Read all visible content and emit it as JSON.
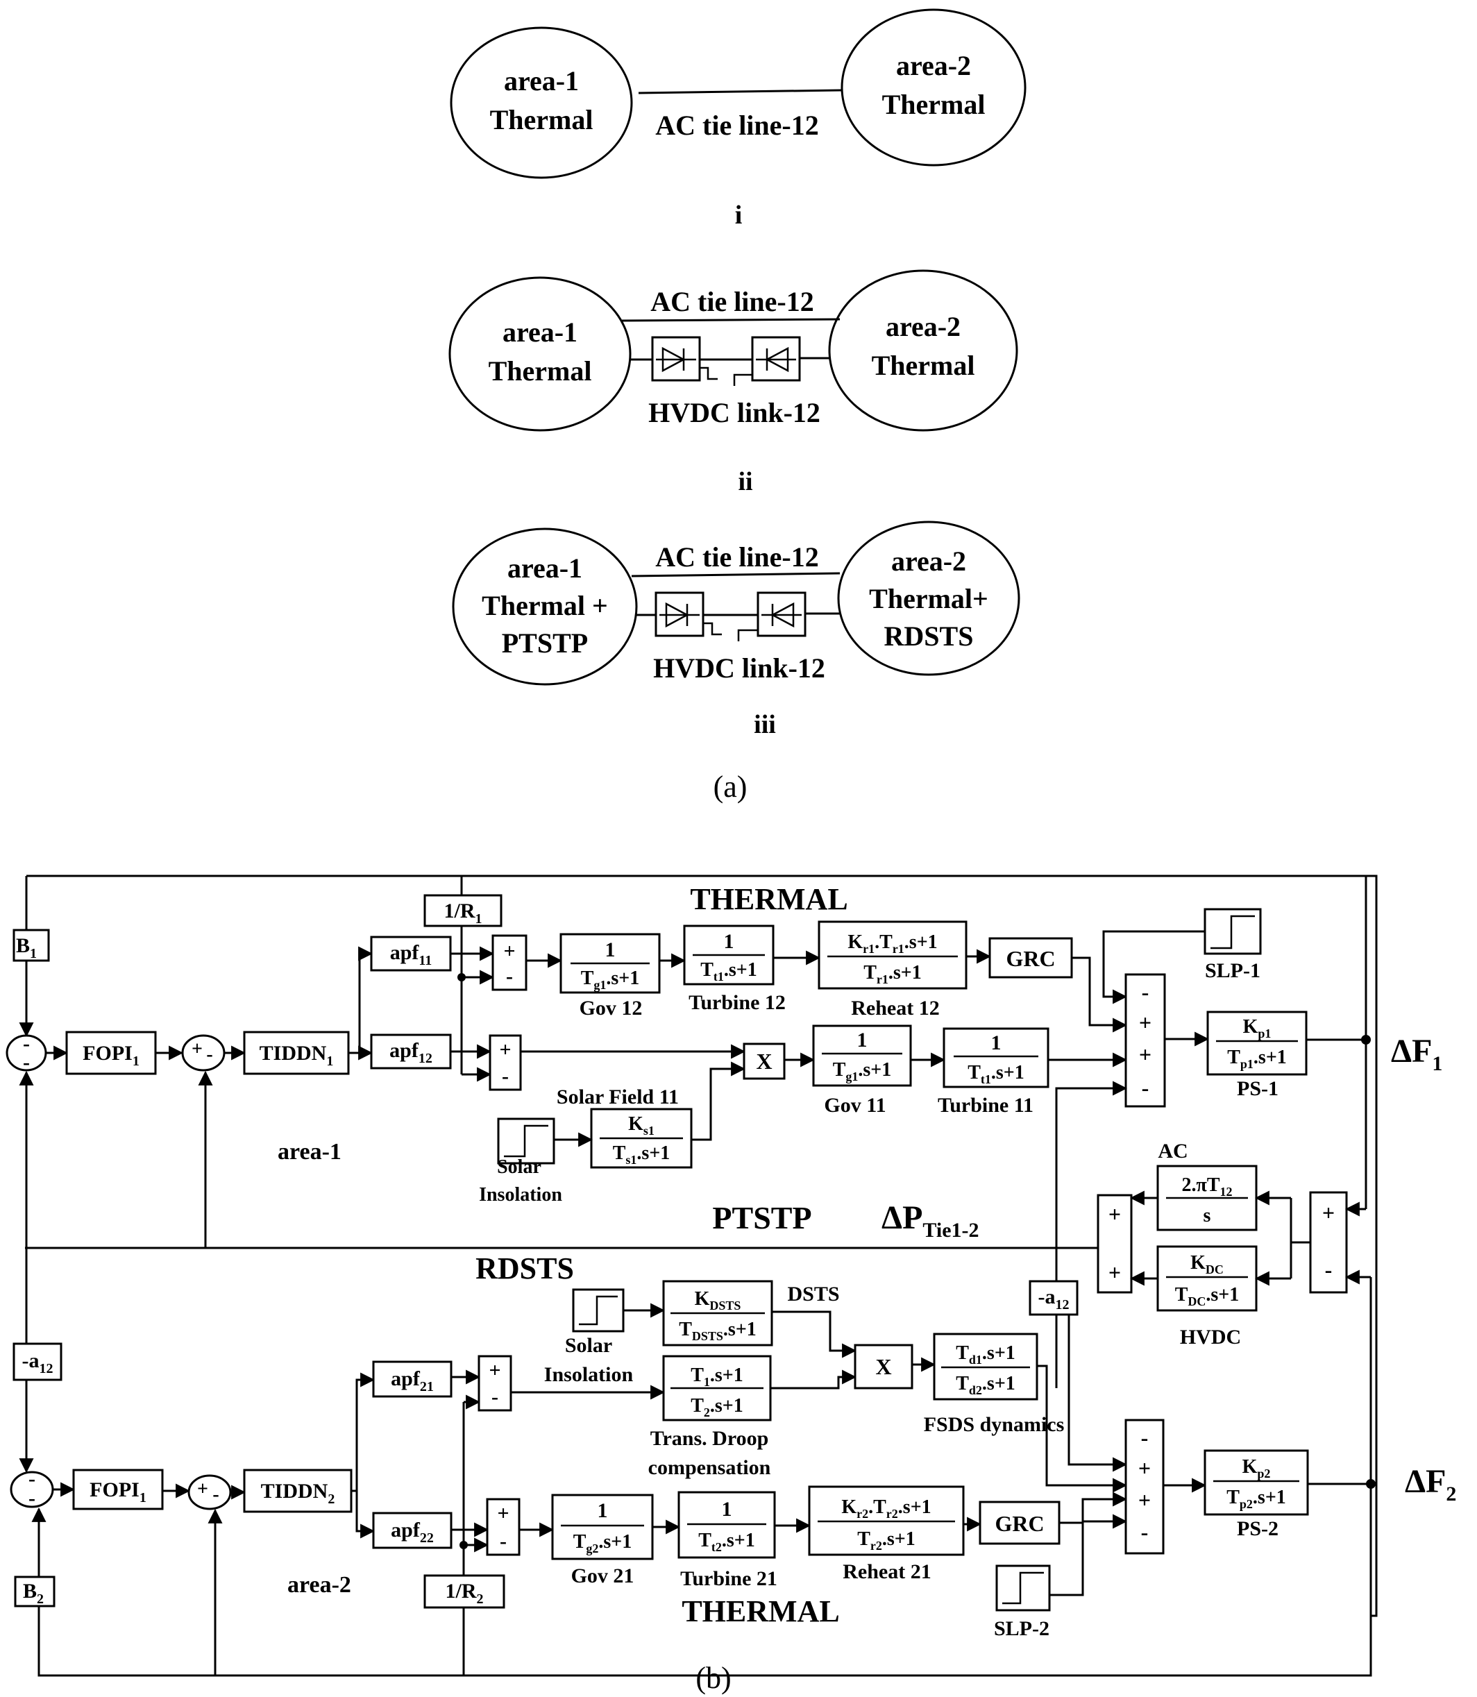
{
  "panel_a": {
    "diagram_i": {
      "area1": [
        "area-1",
        "Thermal"
      ],
      "area2": [
        "area-2",
        "Thermal"
      ],
      "tie": "AC tie line-12",
      "label": "i"
    },
    "diagram_ii": {
      "area1": [
        "area-1",
        "Thermal"
      ],
      "area2": [
        "area-2",
        "Thermal"
      ],
      "tie": "AC tie line-12",
      "hvdc": "HVDC link-12",
      "label": "ii"
    },
    "diagram_iii": {
      "area1": [
        "area-1",
        "Thermal +",
        "PTSTP"
      ],
      "area2": [
        "area-2",
        "Thermal+",
        "RDSTS"
      ],
      "tie": "AC tie line-12",
      "hvdc": "HVDC link-12",
      "label": "iii"
    },
    "caption": "(a)"
  },
  "panel_b": {
    "caption": "(b)",
    "section_titles": {
      "thermal_top": "THERMAL",
      "thermal_bottom": "THERMAL",
      "ptstp": "PTSTP",
      "rdsts": "RDSTS",
      "area1": "area-1",
      "area2": "area-2",
      "tie_power": "ΔP",
      "tie_power_sub": "Tie1-2"
    },
    "outputs": {
      "f1": "ΔF",
      "f1_sub": "1",
      "f2": "ΔF",
      "f2_sub": "2"
    },
    "blocks": {
      "b1": "B",
      "b1_sub": "1",
      "b2": "B",
      "b2_sub": "2",
      "fopi1": "FOPI",
      "fopi1_sub": "1",
      "fopi2": "FOPI",
      "fopi2_sub": "1",
      "tiddn1": "TIDDN",
      "tiddn1_sub": "1",
      "tiddn2": "TIDDN",
      "tiddn2_sub": "2",
      "r1": "1/R",
      "r1_sub": "1",
      "r2": "1/R",
      "r2_sub": "2",
      "apf11": "apf",
      "apf11_sub": "11",
      "apf12": "apf",
      "apf12_sub": "12",
      "apf21": "apf",
      "apf21_sub": "21",
      "apf22": "apf",
      "apf22_sub": "22",
      "a12_left": "-a",
      "a12_left_sub": "12",
      "a12_right": "-a",
      "a12_right_sub": "12",
      "grc1": "GRC",
      "grc2": "GRC",
      "mult1": "X",
      "mult2": "X",
      "one": "1",
      "gov12_den": "T",
      "gov12_den_sub": "g1",
      "gov12_den_tail": ".s+1",
      "tur12_den": "T",
      "tur12_den_sub": "t1",
      "tur12_den_tail": ".s+1",
      "reh12_num": "K",
      "reh12_num_sub": "r1",
      "reh12_num_mid": ".T",
      "reh12_num_sub2": "r1",
      "reh12_num_tail": ".s+1",
      "reh12_den": "T",
      "reh12_den_sub": "r1",
      "reh12_den_tail": ".s+1",
      "gov11_den": "T",
      "gov11_den_sub": "g1",
      "gov11_den_tail": ".s+1",
      "tur11_den": "T",
      "tur11_den_sub": "t1",
      "tur11_den_tail": ".s+1",
      "sol_num": "K",
      "sol_num_sub": "s1",
      "sol_den": "T",
      "sol_den_sub": "s1",
      "sol_den_tail": ".s+1",
      "ps1_num": "K",
      "ps1_num_sub": "p1",
      "ps1_den": "T",
      "ps1_den_sub": "p1",
      "ps1_den_tail": ".s+1",
      "ac_num": "2.πT",
      "ac_num_sub": "12",
      "ac_den": "s",
      "hvdc_num": "K",
      "hvdc_num_sub": "DC",
      "hvdc_den": "T",
      "hvdc_den_sub": "DC",
      "hvdc_den_tail": ".s+1",
      "dsts_num": "K",
      "dsts_num_sub": "DSTS",
      "dsts_den": "T",
      "dsts_den_sub": "DSTS",
      "dsts_den_tail": ".s+1",
      "droop_num": "T",
      "droop_num_sub": "1",
      "droop_num_tail": ".s+1",
      "droop_den": "T",
      "droop_den_sub": "2",
      "droop_den_tail": ".s+1",
      "fsds_num": "T",
      "fsds_num_sub": "d1",
      "fsds_num_tail": ".s+1",
      "fsds_den": "T",
      "fsds_den_sub": "d2",
      "fsds_den_tail": ".s+1",
      "gov21_den": "T",
      "gov21_den_sub": "g2",
      "gov21_den_tail": ".s+1",
      "tur21_den": "T",
      "tur21_den_sub": "t2",
      "tur21_den_tail": ".s+1",
      "reh21_num": "K",
      "reh21_num_sub": "r2",
      "reh21_num_mid": ".T",
      "reh21_num_sub2": "r2",
      "reh21_num_tail": ".s+1",
      "reh21_den": "T",
      "reh21_den_sub": "r2",
      "reh21_den_tail": ".s+1",
      "ps2_num": "K",
      "ps2_num_sub": "p2",
      "ps2_den": "T",
      "ps2_den_sub": "p2",
      "ps2_den_tail": ".s+1"
    },
    "labels": {
      "gov12": "Gov 12",
      "turbine12": "Turbine 12",
      "reheat12": "Reheat 12",
      "gov11": "Gov 11",
      "turbine11": "Turbine 11",
      "solar_field": "Solar Field 11",
      "solar_ins1": [
        "Solar",
        "Insolation"
      ],
      "slp1": "SLP-1",
      "ps1": "PS-1",
      "ac": "AC",
      "hvdc": "HVDC",
      "dsts": "DSTS",
      "solar_ins2": [
        "Solar",
        "Insolation"
      ],
      "droop": [
        "Trans. Droop",
        "compensation"
      ],
      "fsds": "FSDS dynamics",
      "gov21": "Gov 21",
      "turbine21": "Turbine 21",
      "reheat21": "Reheat 21",
      "slp2": "SLP-2",
      "ps2": "PS-2"
    },
    "signs": {
      "sum_a1_left": [
        "-",
        "-"
      ],
      "sum_a1_mid": [
        "+",
        "-"
      ],
      "sum_a1_gov12": [
        "+",
        "-"
      ],
      "sum_a1_gov11": [
        "+",
        "-"
      ],
      "sum_f1": [
        "-",
        "+",
        "+",
        "-"
      ],
      "sum_tie_left": [
        "+",
        "+"
      ],
      "sum_tie_right": [
        "+",
        "-"
      ],
      "sum_a2_left": [
        "-",
        "-"
      ],
      "sum_a2_mid": [
        "+",
        "-"
      ],
      "sum_a2_droop": [
        "+",
        "-"
      ],
      "sum_a2_gov21": [
        "+",
        "-"
      ],
      "sum_f2": [
        "-",
        "+",
        "+",
        "-"
      ]
    }
  }
}
